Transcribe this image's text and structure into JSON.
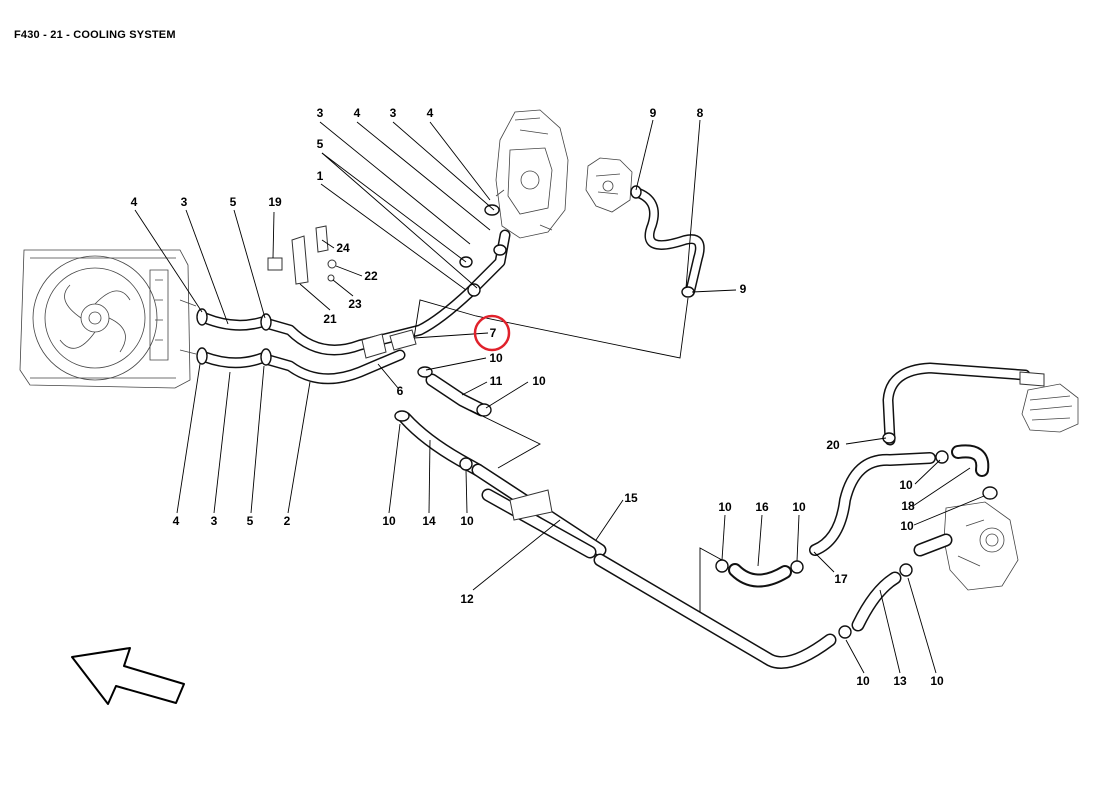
{
  "title": "F430 - 21 - COOLING SYSTEM",
  "highlight_color": "#e0212b",
  "highlighted_callout": "7",
  "icons": {
    "direction_arrow": "front-direction-arrow-icon",
    "radiator": "radiator-fan-icon",
    "engine_block": "engine-block-icon",
    "expansion_tank": "expansion-tank-icon"
  },
  "callouts": [
    {
      "id": "c-3a",
      "text": "3"
    },
    {
      "id": "c-4a",
      "text": "4"
    },
    {
      "id": "c-3b",
      "text": "3"
    },
    {
      "id": "c-4b",
      "text": "4"
    },
    {
      "id": "c-5a",
      "text": "5"
    },
    {
      "id": "c-1",
      "text": "1"
    },
    {
      "id": "c-9a",
      "text": "9"
    },
    {
      "id": "c-8",
      "text": "8"
    },
    {
      "id": "c-4c",
      "text": "4"
    },
    {
      "id": "c-3c",
      "text": "3"
    },
    {
      "id": "c-5b",
      "text": "5"
    },
    {
      "id": "c-19",
      "text": "19"
    },
    {
      "id": "c-24",
      "text": "24"
    },
    {
      "id": "c-22",
      "text": "22"
    },
    {
      "id": "c-23",
      "text": "23"
    },
    {
      "id": "c-21",
      "text": "21"
    },
    {
      "id": "c-9b",
      "text": "9"
    },
    {
      "id": "c-7",
      "text": "7"
    },
    {
      "id": "c-10a",
      "text": "10"
    },
    {
      "id": "c-11",
      "text": "11"
    },
    {
      "id": "c-10b",
      "text": "10"
    },
    {
      "id": "c-6",
      "text": "6"
    },
    {
      "id": "c-20",
      "text": "20"
    },
    {
      "id": "c-10c",
      "text": "10"
    },
    {
      "id": "c-18",
      "text": "18"
    },
    {
      "id": "c-10d",
      "text": "10"
    },
    {
      "id": "c-15",
      "text": "15"
    },
    {
      "id": "c-10e",
      "text": "10"
    },
    {
      "id": "c-16",
      "text": "16"
    },
    {
      "id": "c-10f",
      "text": "10"
    },
    {
      "id": "c-4d",
      "text": "4"
    },
    {
      "id": "c-3d",
      "text": "3"
    },
    {
      "id": "c-5c",
      "text": "5"
    },
    {
      "id": "c-2",
      "text": "2"
    },
    {
      "id": "c-10g",
      "text": "10"
    },
    {
      "id": "c-14",
      "text": "14"
    },
    {
      "id": "c-10h",
      "text": "10"
    },
    {
      "id": "c-17",
      "text": "17"
    },
    {
      "id": "c-12",
      "text": "12"
    },
    {
      "id": "c-10i",
      "text": "10"
    },
    {
      "id": "c-13",
      "text": "13"
    },
    {
      "id": "c-10j",
      "text": "10"
    }
  ]
}
